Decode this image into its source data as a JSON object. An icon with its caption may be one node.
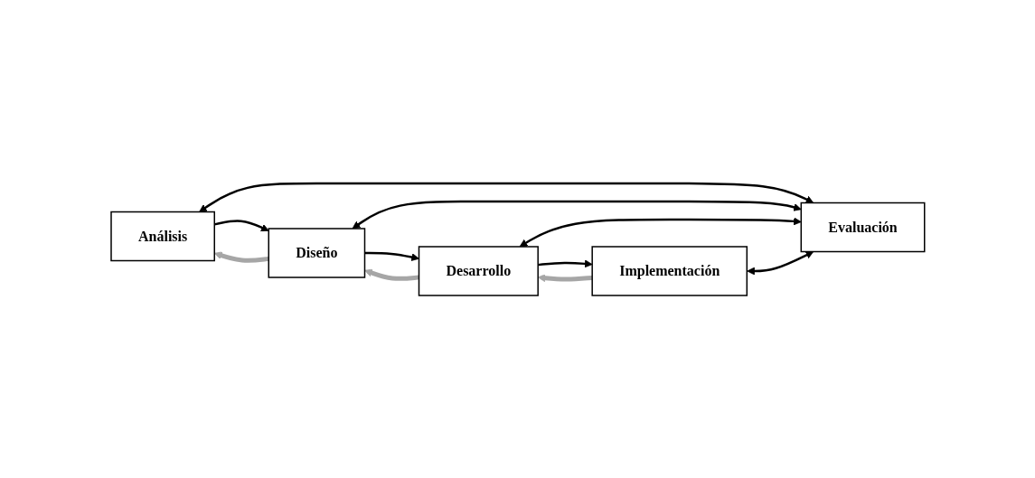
{
  "diagram": {
    "nodes": [
      {
        "text": [
          "Análisis"
        ]
      },
      {
        "text": [
          "Diseño"
        ]
      },
      {
        "text": [
          "Desarrollo"
        ]
      },
      {
        "text": [
          "Implementación"
        ]
      },
      {
        "text": [
          "Evaluación"
        ]
      }
    ],
    "edges": [
      {
        "from": 0,
        "to": 1,
        "arrow": "to"
      },
      {
        "from": 1,
        "to": 2,
        "arrow": "to"
      },
      {
        "from": 2,
        "to": 3,
        "arrow": "to"
      },
      {
        "from": 0,
        "to": 4,
        "arrow": "both"
      },
      {
        "from": 1,
        "to": 4,
        "arrow": "both"
      },
      {
        "from": 2,
        "to": 4,
        "arrow": "both"
      },
      {
        "from": 3,
        "to": 4,
        "arrow": "both"
      },
      {
        "from": 1,
        "to": 0,
        "arrow": "to",
        "style": "thick",
        "color": "#a6a6a6"
      },
      {
        "from": 2,
        "to": 1,
        "arrow": "to",
        "style": "thick",
        "color": "#a6a6a6"
      },
      {
        "from": 3,
        "to": 2,
        "arrow": "to",
        "style": "thick",
        "color": "#a6a6a6"
      }
    ]
  }
}
